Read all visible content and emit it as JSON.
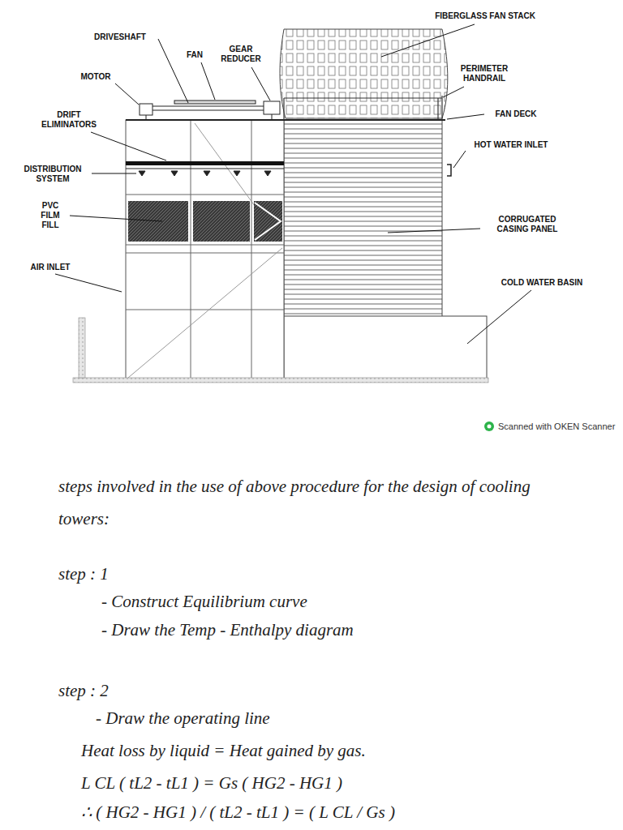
{
  "diagram": {
    "labels": [
      "FIBERGLASS FAN STACK",
      "DRIVESHAFT",
      "FAN",
      "GEAR REDUCER",
      "MOTOR",
      "PERIMETER HANDRAIL",
      "FAN DECK",
      "DRIFT ELIMINATORS",
      "HOT WATER INLET",
      "DISTRIBUTION SYSTEM",
      "PVC FILM FILL",
      "CORRUGATED CASING PANEL",
      "AIR INLET",
      "COLD WATER BASIN",
      "Scanned with OKEN Scanner",
      "steps involved in the use of above procedure for the design of cooling towers:",
      "step : 1",
      "- Construct Equilibrium curve",
      "- Draw the Temp - Enthalpy diagram",
      "step : 2",
      "- Draw the operating line",
      "Heat loss by liquid = Heat gained by gas.",
      "L CL ( tL2 - tL1 ) = Gs ( HG2 - HG1 )",
      "∴ ( HG2 - HG1 ) / ( tL2 - tL1 ) = ( L CL / Gs )"
    ]
  }
}
